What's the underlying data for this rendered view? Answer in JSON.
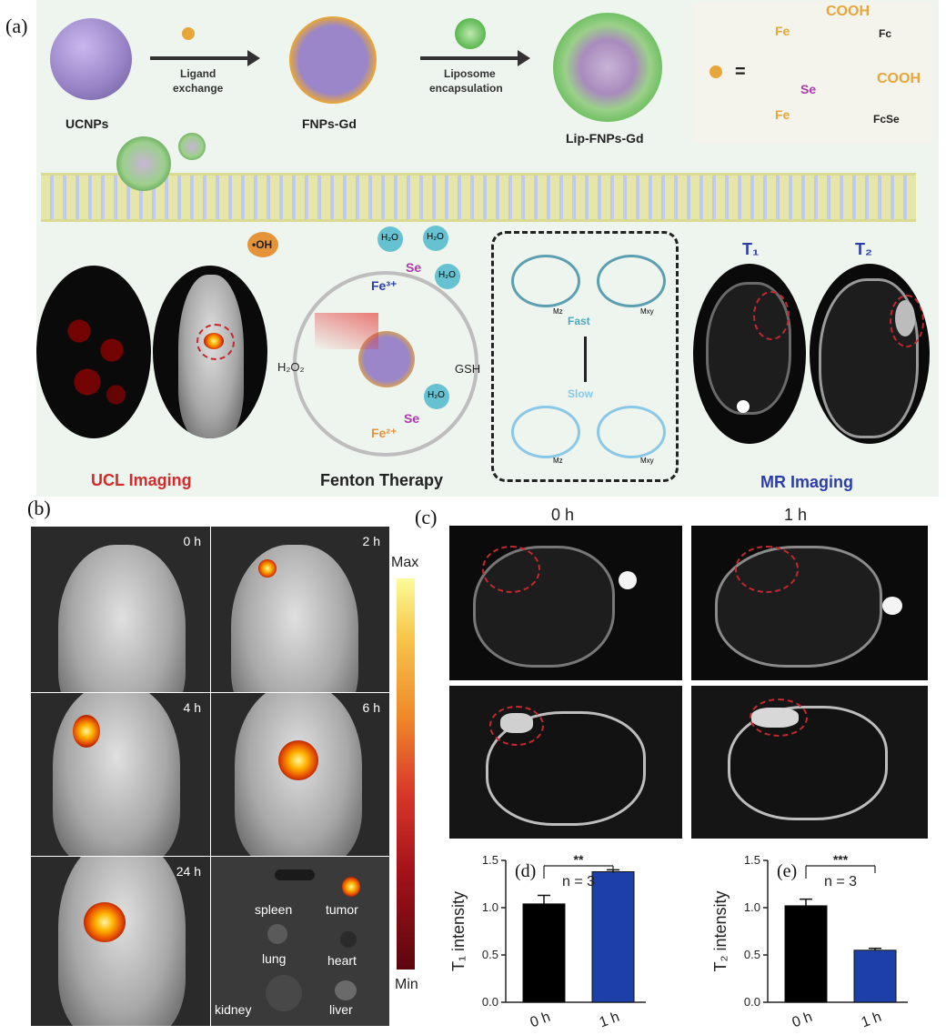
{
  "panel_labels": {
    "a": "(a)",
    "b": "(b)",
    "c": "(c)",
    "d": "(d)",
    "e": "(e)"
  },
  "scheme": {
    "ucnps": "UCNPs",
    "ligand_exchange_1": "Ligand",
    "ligand_exchange_2": "exchange",
    "fnps_gd": "FNPs-Gd",
    "liposome_1": "Liposome",
    "liposome_2": "encapsulation",
    "lip_fnps_gd": "Lip-FNPs-Gd",
    "equals": "=",
    "cooh_1": "COOH",
    "cooh_2": "COOH",
    "fe_1": "Fe",
    "fe_2": "Fe",
    "se": "Se",
    "fc": "Fc",
    "fcse": "FcSe",
    "oh": "•OH",
    "h2o_a": "H₂O",
    "h2o_b": "H₂O",
    "h2o_c": "H₂O",
    "h2o_d": "H₂O",
    "fe3": "Fe³⁺",
    "fe2": "Fe²⁺",
    "se_top": "Se",
    "se_bottom": "Se",
    "h2o2": "H₂O₂",
    "gsh": "GSH",
    "fast": "Fast",
    "slow": "Slow",
    "mz_1": "Mz",
    "mxy_1": "Mxy",
    "mz_2": "Mz",
    "mxy_2": "Mxy",
    "t1": "T₁",
    "t2": "T₂",
    "ucl_imaging": "UCL Imaging",
    "fenton_therapy": "Fenton Therapy",
    "mr_imaging": "MR Imaging",
    "colors": {
      "ucl": "#d42a2a",
      "mr": "#2b3ea8",
      "purple": "#9a86c8",
      "gold": "#e6a63a",
      "green": "#58b84e",
      "teal": "#66c2d0"
    }
  },
  "panel_b": {
    "times": [
      "0 h",
      "2 h",
      "4 h",
      "6 h",
      "24 h"
    ],
    "organs": [
      "spleen",
      "tumor",
      "lung",
      "heart",
      "kidney",
      "liver"
    ],
    "colorbar_max": "Max",
    "colorbar_min": "Min"
  },
  "panel_c": {
    "col_0": "0 h",
    "col_1": "1 h"
  },
  "chart_data": [
    {
      "type": "bar",
      "panel": "d",
      "categories": [
        "0 h",
        "1 h"
      ],
      "values": [
        1.04,
        1.38
      ],
      "errors": [
        0.09,
        0.02
      ],
      "colors": [
        "#000000",
        "#1d3fa8"
      ],
      "ylabel": "T₁ intensity",
      "ylim": [
        0,
        1.5
      ],
      "yticks": [
        "0.0",
        "0.5",
        "1.0",
        "1.5"
      ],
      "significance": "**",
      "n_label": "n = 3"
    },
    {
      "type": "bar",
      "panel": "e",
      "categories": [
        "0 h",
        "1 h"
      ],
      "values": [
        1.02,
        0.55
      ],
      "errors": [
        0.07,
        0.02
      ],
      "colors": [
        "#000000",
        "#1d3fa8"
      ],
      "ylabel": "T₂ intensity",
      "ylim": [
        0,
        1.5
      ],
      "yticks": [
        "0.0",
        "0.5",
        "1.0",
        "1.5"
      ],
      "significance": "***",
      "n_label": "n = 3"
    }
  ]
}
